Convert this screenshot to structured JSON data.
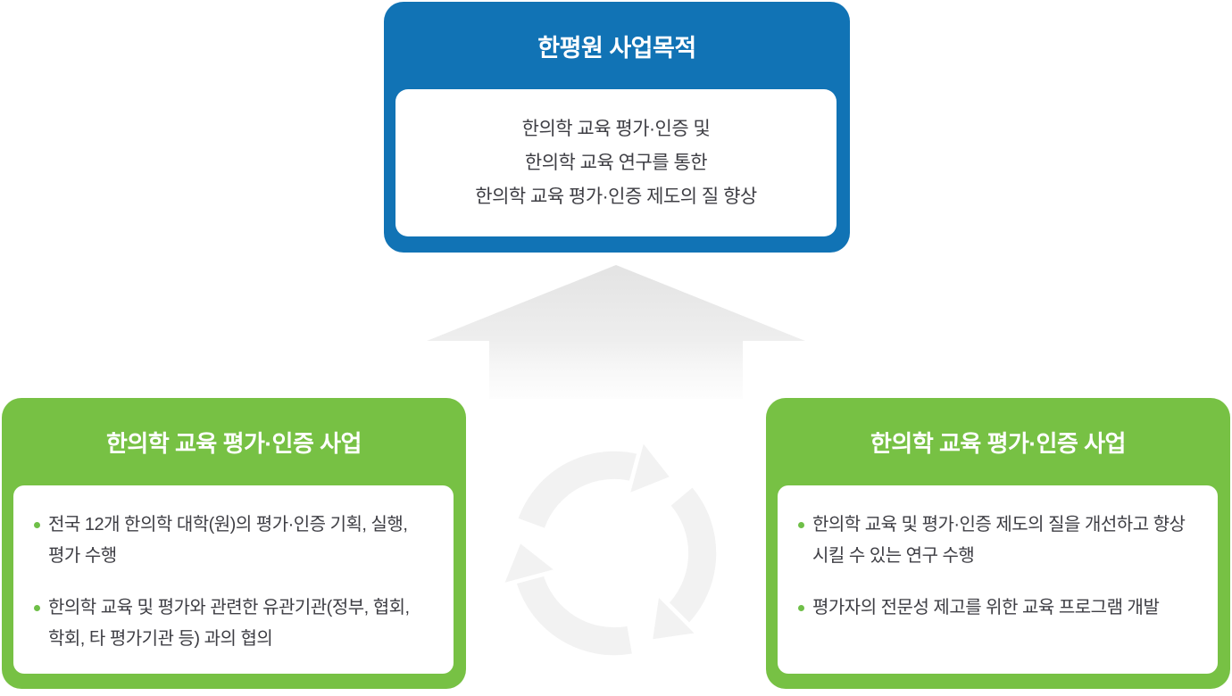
{
  "top_box": {
    "title": "한평원 사업목적",
    "lines": [
      "한의학 교육 평가·인증 및",
      "한의학 교육 연구를 통한",
      "한의학 교육 평가·인증 제도의 질 향상"
    ]
  },
  "left_box": {
    "title": "한의학 교육 평가·인증 사업",
    "bullets": [
      "전국 12개 한의학 대학(원)의 평가·인증 기획, 실행, 평가 수행",
      "한의학 교육 및 평가와 관련한 유관기관(정부, 협회, 학회, 타 평가기관 등) 과의 협의"
    ]
  },
  "right_box": {
    "title": "한의학 교육 평가·인증 사업",
    "bullets": [
      "한의학 교육 및 평가·인증 제도의 질을 개선하고 향상시킬 수 있는 연구 수행",
      "평가자의 전문성 제고를 위한 교육 프로그램 개발"
    ]
  },
  "icons": {
    "up_arrow": "up-arrow-icon",
    "cycle": "cycle-arrows-icon"
  },
  "colors": {
    "blue": "#1173b5",
    "green": "#77c144",
    "text": "#3e3e44",
    "arrow_gray": "#e3e3e3",
    "cycle_gray": "#f2f2f2",
    "bullet_dot": "#6fbf48"
  }
}
